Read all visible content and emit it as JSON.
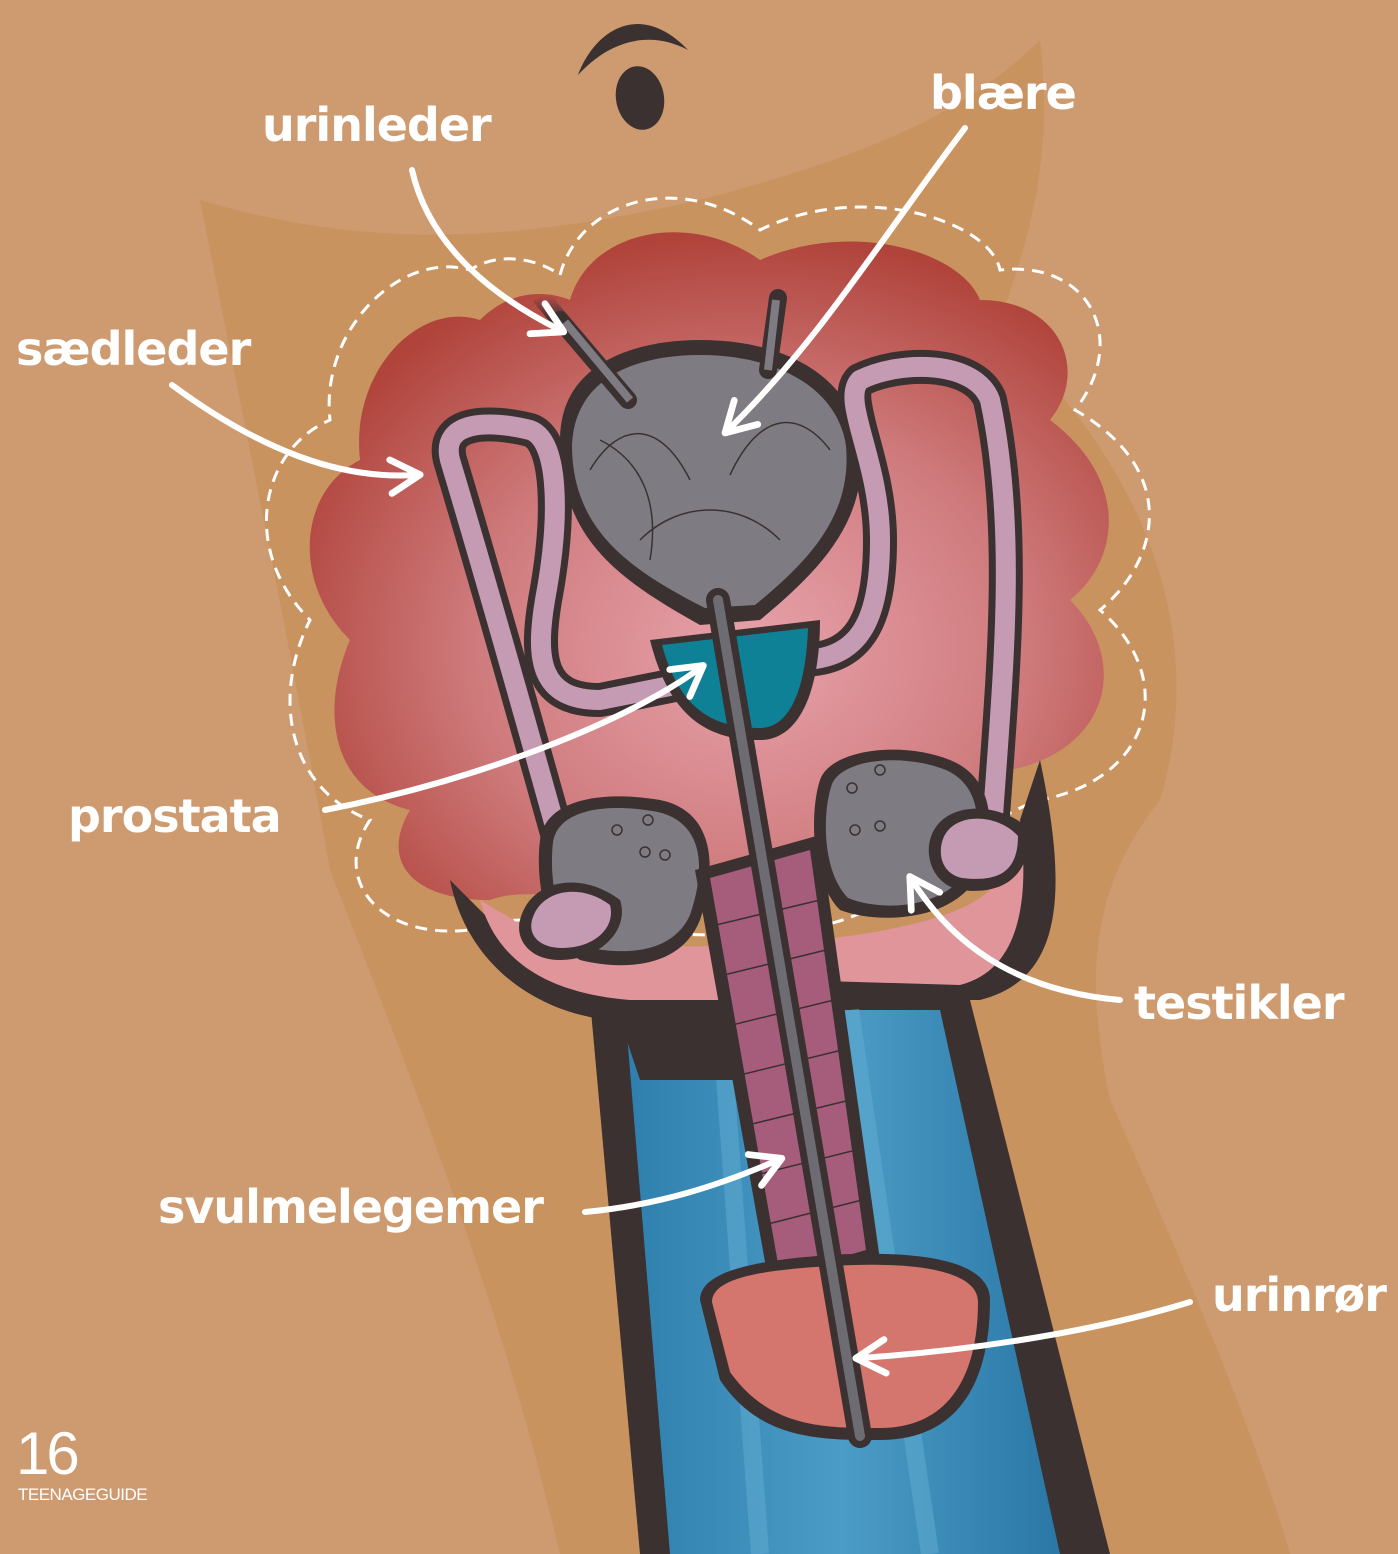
{
  "labels": {
    "urinleder": "urinleder",
    "blaere": "blære",
    "saedleder": "sædleder",
    "prostata": "prostata",
    "testikler": "testikler",
    "svulmelegemer": "svulmelegemer",
    "urinror": "urinrør"
  },
  "footer": {
    "page_number": "16",
    "publication": "TEENAGEGUIDE"
  },
  "colors": {
    "background": "#cd9b6f",
    "body_silhouette": "#c9935f",
    "aura": "#b0433a",
    "aura_inner": "#d98a92",
    "outline": "#3b3130",
    "bladder": "#7e7c82",
    "testicles": "#7e7c82",
    "vas_deferens": "#c59bb4",
    "prostate": "#0f8196",
    "erectile_tissue": "#a65d7b",
    "glans": "#d4756e",
    "urethra": "#6e6c73",
    "pants": "#3d8fba",
    "label_text": "#ffffff"
  }
}
